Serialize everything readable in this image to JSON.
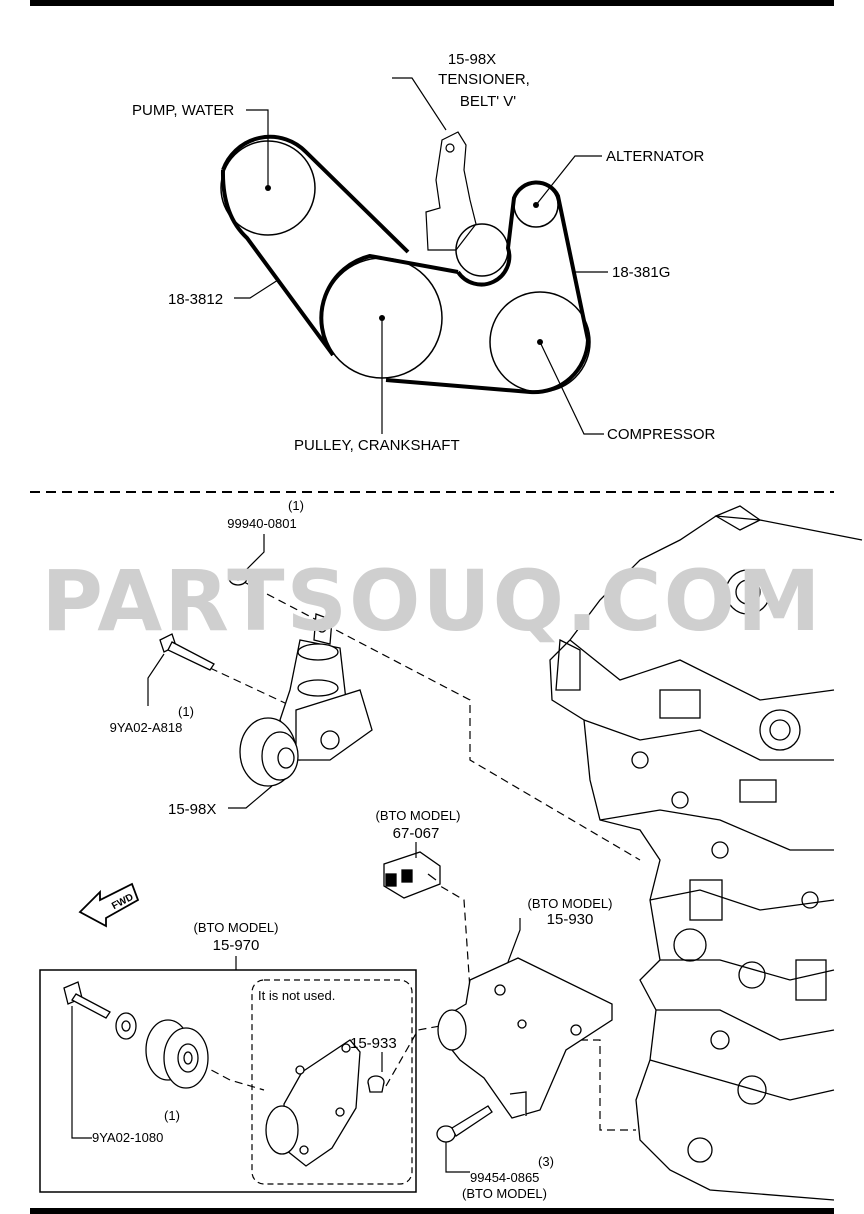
{
  "watermark": "PARTSOUQ.COM",
  "belt_diagram": {
    "labels": {
      "tensioner_code": "15-98X",
      "tensioner_name_1": "TENSIONER,",
      "tensioner_name_2": "BELT' V'",
      "pump_water": "PUMP, WATER",
      "alternator": "ALTERNATOR",
      "belt_a": "18-3812",
      "belt_b": "18-381G",
      "crankshaft": "PULLEY, CRANKSHAFT",
      "compressor": "COMPRESSOR"
    }
  },
  "parts_diagram": {
    "fwd": "FWD",
    "bolt_top": {
      "qty": "(1)",
      "code": "99940-0801"
    },
    "bolt_left": {
      "qty": "(1)",
      "code": "9YA02-A818"
    },
    "tensioner": {
      "code": "15-98X"
    },
    "sensor": {
      "note": "(BTO MODEL)",
      "code": "67-067"
    },
    "bracket": {
      "note": "(BTO MODEL)",
      "code": "15-930"
    },
    "idler_kit": {
      "note": "(BTO MODEL)",
      "code": "15-970"
    },
    "not_used_note": "It is not used.",
    "plug": {
      "code": "15-933"
    },
    "kit_bolt": {
      "qty": "(1)",
      "code": "9YA02-1080"
    },
    "bottom_bolt": {
      "qty": "(3)",
      "code": "99454-0865",
      "note": "(BTO MODEL)"
    }
  }
}
